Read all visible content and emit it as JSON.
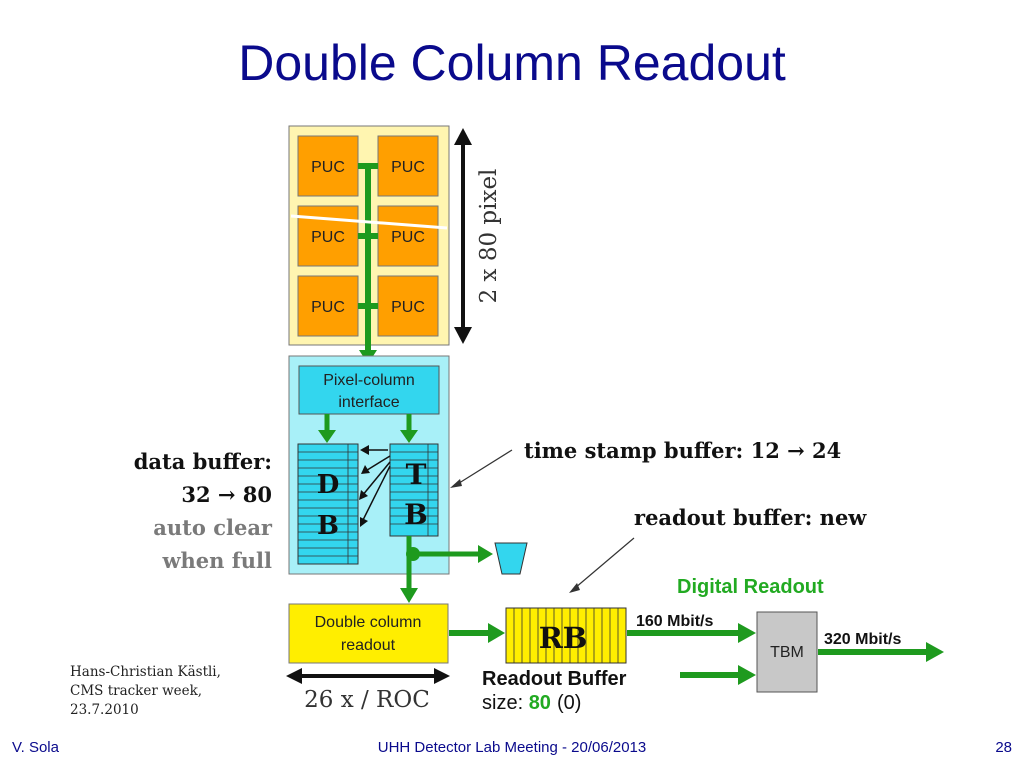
{
  "slide": {
    "title": "Double Column Readout",
    "footer_left": "V. Sola",
    "footer_center": "UHH Detector Lab Meeting - 20/06/2013",
    "footer_right": "28"
  },
  "diagram": {
    "puc_label": "PUC",
    "pixel_count_label": "2 x 80 pixel",
    "pci_line1": "Pixel-column",
    "pci_line2": "interface",
    "db_d": "D",
    "db_b": "B",
    "tb_t": "T",
    "tb_b": "B",
    "dcr_line1": "Double column",
    "dcr_line2": "readout",
    "roc_label": "26 x / ROC",
    "rb_label": "RB",
    "rate_160": "160 Mbit/s",
    "rate_320": "320 Mbit/s",
    "tbm_label": "TBM",
    "digital_readout": "Digital Readout",
    "rb_title": "Readout Buffer",
    "rb_size_prefix": "size: ",
    "rb_size_value": "80",
    "rb_size_old": "(0)"
  },
  "annotations": {
    "data_buffer": "data buffer:",
    "data_buffer_value": "32 → 80",
    "auto_clear": "auto clear",
    "when_full": "when full",
    "time_stamp_buffer": "time stamp buffer: 12 → 24",
    "readout_buffer": "readout buffer: new"
  },
  "credit": {
    "line1": "Hans-Christian Kästli,",
    "line2": "CMS tracker week,",
    "line3": "23.7.2010"
  },
  "colors": {
    "title": "#0a0a8c",
    "puc_fill": "#ff9f00",
    "column_bg": "#fff5b0",
    "periphery_bg": "#a8f0f8",
    "buffer_fill": "#33d6ee",
    "readout_fill": "#ffee00",
    "arrow_green": "#1e9a1e",
    "digital_readout": "#22aa22",
    "tbm_fill": "#c8c8c8"
  }
}
